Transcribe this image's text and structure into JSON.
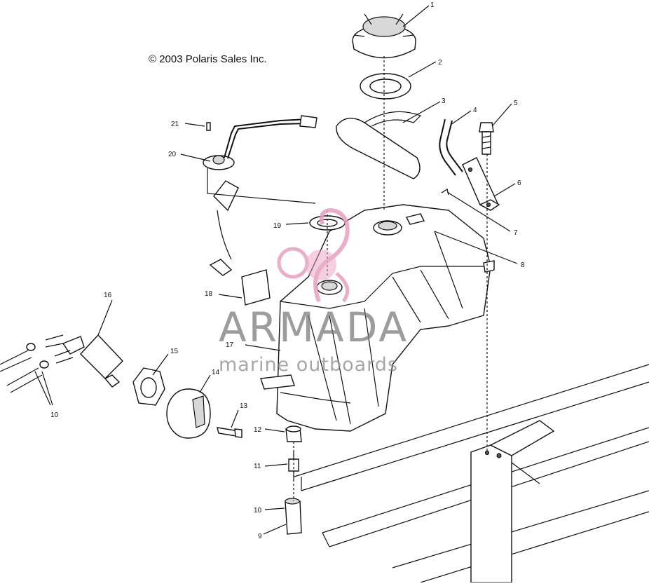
{
  "copyright": "© 2003 Polaris Sales Inc.",
  "watermark": {
    "brand": "ARMADA",
    "tagline": "marine outboards",
    "color": "#e8a0c0"
  },
  "callouts": [
    "1",
    "2",
    "3",
    "4",
    "5",
    "6",
    "7",
    "8",
    "9",
    "10",
    "10",
    "11",
    "12",
    "13",
    "14",
    "15",
    "16",
    "17",
    "18",
    "19",
    "20",
    "21"
  ]
}
